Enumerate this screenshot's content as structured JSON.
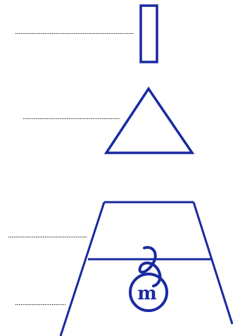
{
  "colors": {
    "shape_stroke": "#1a2aa0",
    "leader_line": "#000000",
    "background": "#ffffff"
  },
  "diagram": {
    "shapes": [
      {
        "name": "rectangle"
      },
      {
        "name": "triangle"
      },
      {
        "name": "trapezoid-with-divider"
      },
      {
        "name": "curly-loop-circle"
      }
    ],
    "letter_in_circle": "m",
    "leader_lines": 4
  }
}
